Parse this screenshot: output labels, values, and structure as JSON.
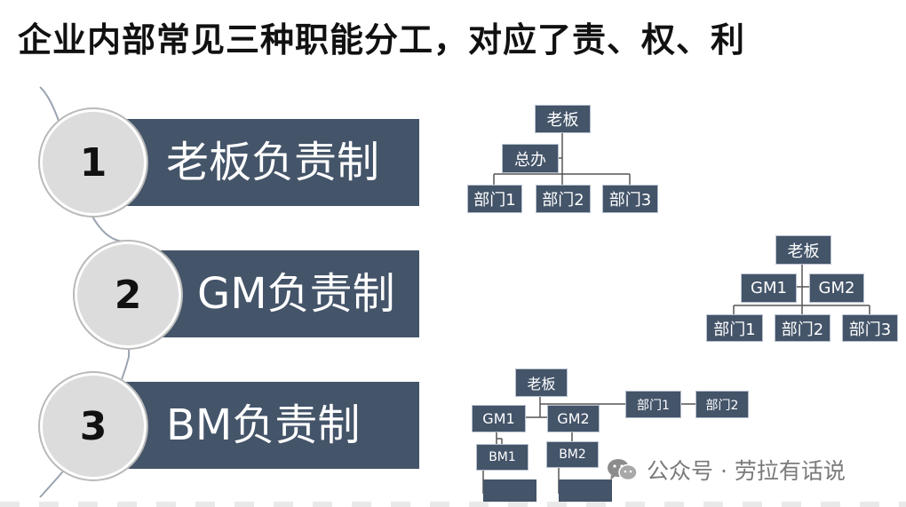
{
  "title": "企业内部常见三种职能分工，对应了责、权、利",
  "models": [
    {
      "number": "1",
      "label": "老板负责制"
    },
    {
      "number": "2",
      "label": "GM负责制"
    },
    {
      "number": "3",
      "label": "BM负责制"
    }
  ],
  "chart1": {
    "boss": "老板",
    "office": "总办",
    "depts": [
      "部门1",
      "部门2",
      "部门3"
    ]
  },
  "chart2": {
    "boss": "老板",
    "gms": [
      "GM1",
      "GM2"
    ],
    "depts": [
      "部门1",
      "部门2",
      "部门3"
    ]
  },
  "chart3": {
    "boss": "老板",
    "gms": [
      "GM1",
      "GM2"
    ],
    "side_depts": [
      "部门1",
      "部门2"
    ],
    "bms": [
      "BM1",
      "BM2"
    ]
  },
  "watermark": {
    "text": "公众号 · 劳拉有话说",
    "icon": "wechat-icon"
  },
  "colors": {
    "band": "#445469",
    "circle": "#dcdcdc",
    "title": "#111111"
  }
}
